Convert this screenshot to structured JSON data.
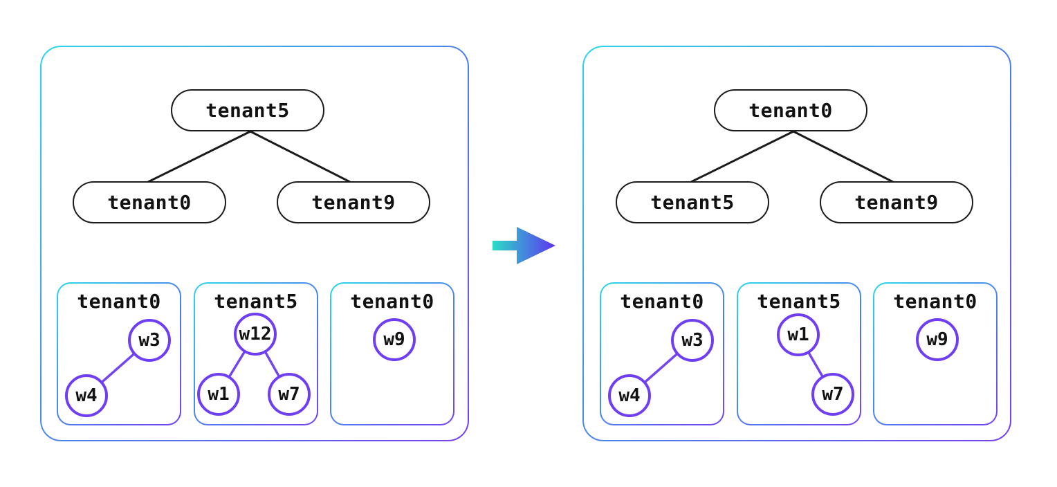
{
  "colors": {
    "border_gradient_start": "#2bd8e8",
    "border_gradient_end": "#7640f0",
    "worker_purple": "#6f3ef3",
    "worker_edge_purple": "#7444f1",
    "tree_edge_black": "#1b1b1b",
    "arrow_from": "#2adcc6",
    "arrow_to": "#5c35f1"
  },
  "arrow": {
    "name": "transition-arrow",
    "direction": "right"
  },
  "panels": [
    {
      "name": "before",
      "tree": {
        "root": "tenant5",
        "children": [
          "tenant0",
          "tenant9"
        ]
      },
      "boxes": [
        {
          "label": "tenant0",
          "workers": [
            "w3",
            "w4"
          ],
          "edges": [
            [
              "w3",
              "w4"
            ]
          ]
        },
        {
          "label": "tenant5",
          "workers": [
            "w12",
            "w1",
            "w7"
          ],
          "edges": [
            [
              "w12",
              "w1"
            ],
            [
              "w12",
              "w7"
            ]
          ]
        },
        {
          "label": "tenant0",
          "workers": [
            "w9"
          ],
          "edges": []
        }
      ]
    },
    {
      "name": "after",
      "tree": {
        "root": "tenant0",
        "children": [
          "tenant5",
          "tenant9"
        ]
      },
      "boxes": [
        {
          "label": "tenant0",
          "workers": [
            "w3",
            "w4"
          ],
          "edges": [
            [
              "w3",
              "w4"
            ]
          ]
        },
        {
          "label": "tenant5",
          "workers": [
            "w1",
            "w7"
          ],
          "edges": [
            [
              "w1",
              "w7"
            ]
          ]
        },
        {
          "label": "tenant0",
          "workers": [
            "w9"
          ],
          "edges": []
        }
      ]
    }
  ]
}
